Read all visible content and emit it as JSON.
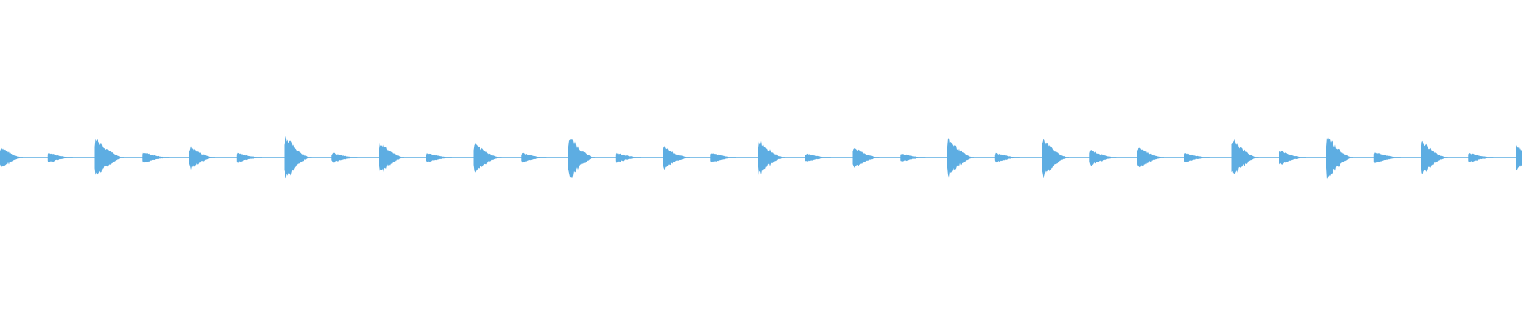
{
  "waveform": {
    "color": "#5DADE2",
    "background": "#ffffff",
    "duration_beats": 64,
    "hits": [
      {
        "beat": 0,
        "amplitude": 0.55,
        "decay": 0.3
      },
      {
        "beat": 2,
        "amplitude": 0.25,
        "decay": 0.4
      },
      {
        "beat": 4,
        "amplitude": 1.0,
        "decay": 0.55
      },
      {
        "beat": 6,
        "amplitude": 0.3,
        "decay": 0.45
      },
      {
        "beat": 8,
        "amplitude": 0.55,
        "decay": 0.4
      },
      {
        "beat": 10,
        "amplitude": 0.25,
        "decay": 0.4
      },
      {
        "beat": 12,
        "amplitude": 1.1,
        "decay": 0.45
      },
      {
        "beat": 14,
        "amplitude": 0.25,
        "decay": 0.4
      },
      {
        "beat": 16,
        "amplitude": 0.8,
        "decay": 0.4
      },
      {
        "beat": 18,
        "amplitude": 0.25,
        "decay": 0.4
      },
      {
        "beat": 20,
        "amplitude": 0.7,
        "decay": 0.5
      },
      {
        "beat": 22,
        "amplitude": 0.25,
        "decay": 0.4
      },
      {
        "beat": 24,
        "amplitude": 1.05,
        "decay": 0.45
      },
      {
        "beat": 26,
        "amplitude": 0.25,
        "decay": 0.4
      },
      {
        "beat": 28,
        "amplitude": 0.55,
        "decay": 0.45
      },
      {
        "beat": 30,
        "amplitude": 0.25,
        "decay": 0.4
      },
      {
        "beat": 32,
        "amplitude": 0.9,
        "decay": 0.45
      },
      {
        "beat": 34,
        "amplitude": 0.22,
        "decay": 0.4
      },
      {
        "beat": 36,
        "amplitude": 0.55,
        "decay": 0.45
      },
      {
        "beat": 38,
        "amplitude": 0.22,
        "decay": 0.4
      },
      {
        "beat": 40,
        "amplitude": 0.95,
        "decay": 0.45
      },
      {
        "beat": 42,
        "amplitude": 0.25,
        "decay": 0.4
      },
      {
        "beat": 44,
        "amplitude": 0.95,
        "decay": 0.45
      },
      {
        "beat": 46,
        "amplitude": 0.4,
        "decay": 0.45
      },
      {
        "beat": 48,
        "amplitude": 0.55,
        "decay": 0.5
      },
      {
        "beat": 50,
        "amplitude": 0.25,
        "decay": 0.4
      },
      {
        "beat": 52,
        "amplitude": 0.95,
        "decay": 0.45
      },
      {
        "beat": 54,
        "amplitude": 0.35,
        "decay": 0.45
      },
      {
        "beat": 56,
        "amplitude": 1.05,
        "decay": 0.45
      },
      {
        "beat": 58,
        "amplitude": 0.3,
        "decay": 0.45
      },
      {
        "beat": 60,
        "amplitude": 0.85,
        "decay": 0.45
      },
      {
        "beat": 62,
        "amplitude": 0.25,
        "decay": 0.4
      },
      {
        "beat": 64,
        "amplitude": 0.6,
        "decay": 0.2
      }
    ]
  }
}
